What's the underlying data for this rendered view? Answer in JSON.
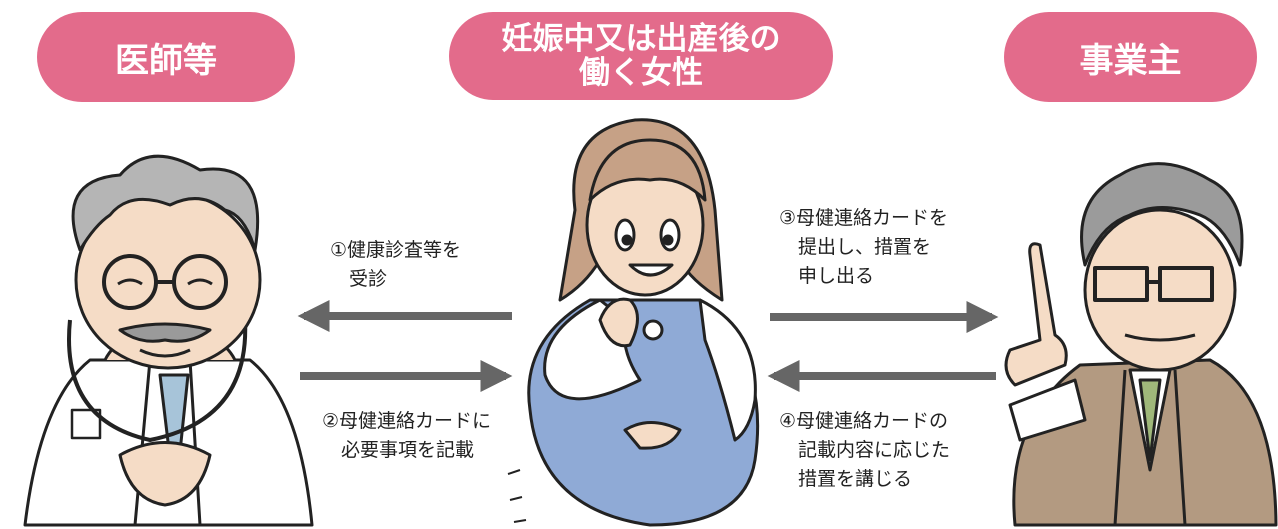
{
  "headers": {
    "left": "医師等",
    "center_line1": "妊娠中又は出産後の",
    "center_line2": "働く女性",
    "right": "事業主"
  },
  "steps": {
    "step1": [
      "①健康診査等を",
      "受診"
    ],
    "step2": [
      "②母健連絡カードに",
      "必要事項を記載"
    ],
    "step3": [
      "③母健連絡カードを",
      "提出し、措置を",
      "申し出る"
    ],
    "step4": [
      "④母健連絡カードの",
      "記載内容に応じた",
      "措置を講じる"
    ]
  },
  "colors": {
    "header_fill": "#e36b8b",
    "arrow": "#666666",
    "dress": "#8faad6",
    "suit": "#b39a81",
    "coat": "#ffffff",
    "skin": "#f5dcc6"
  }
}
